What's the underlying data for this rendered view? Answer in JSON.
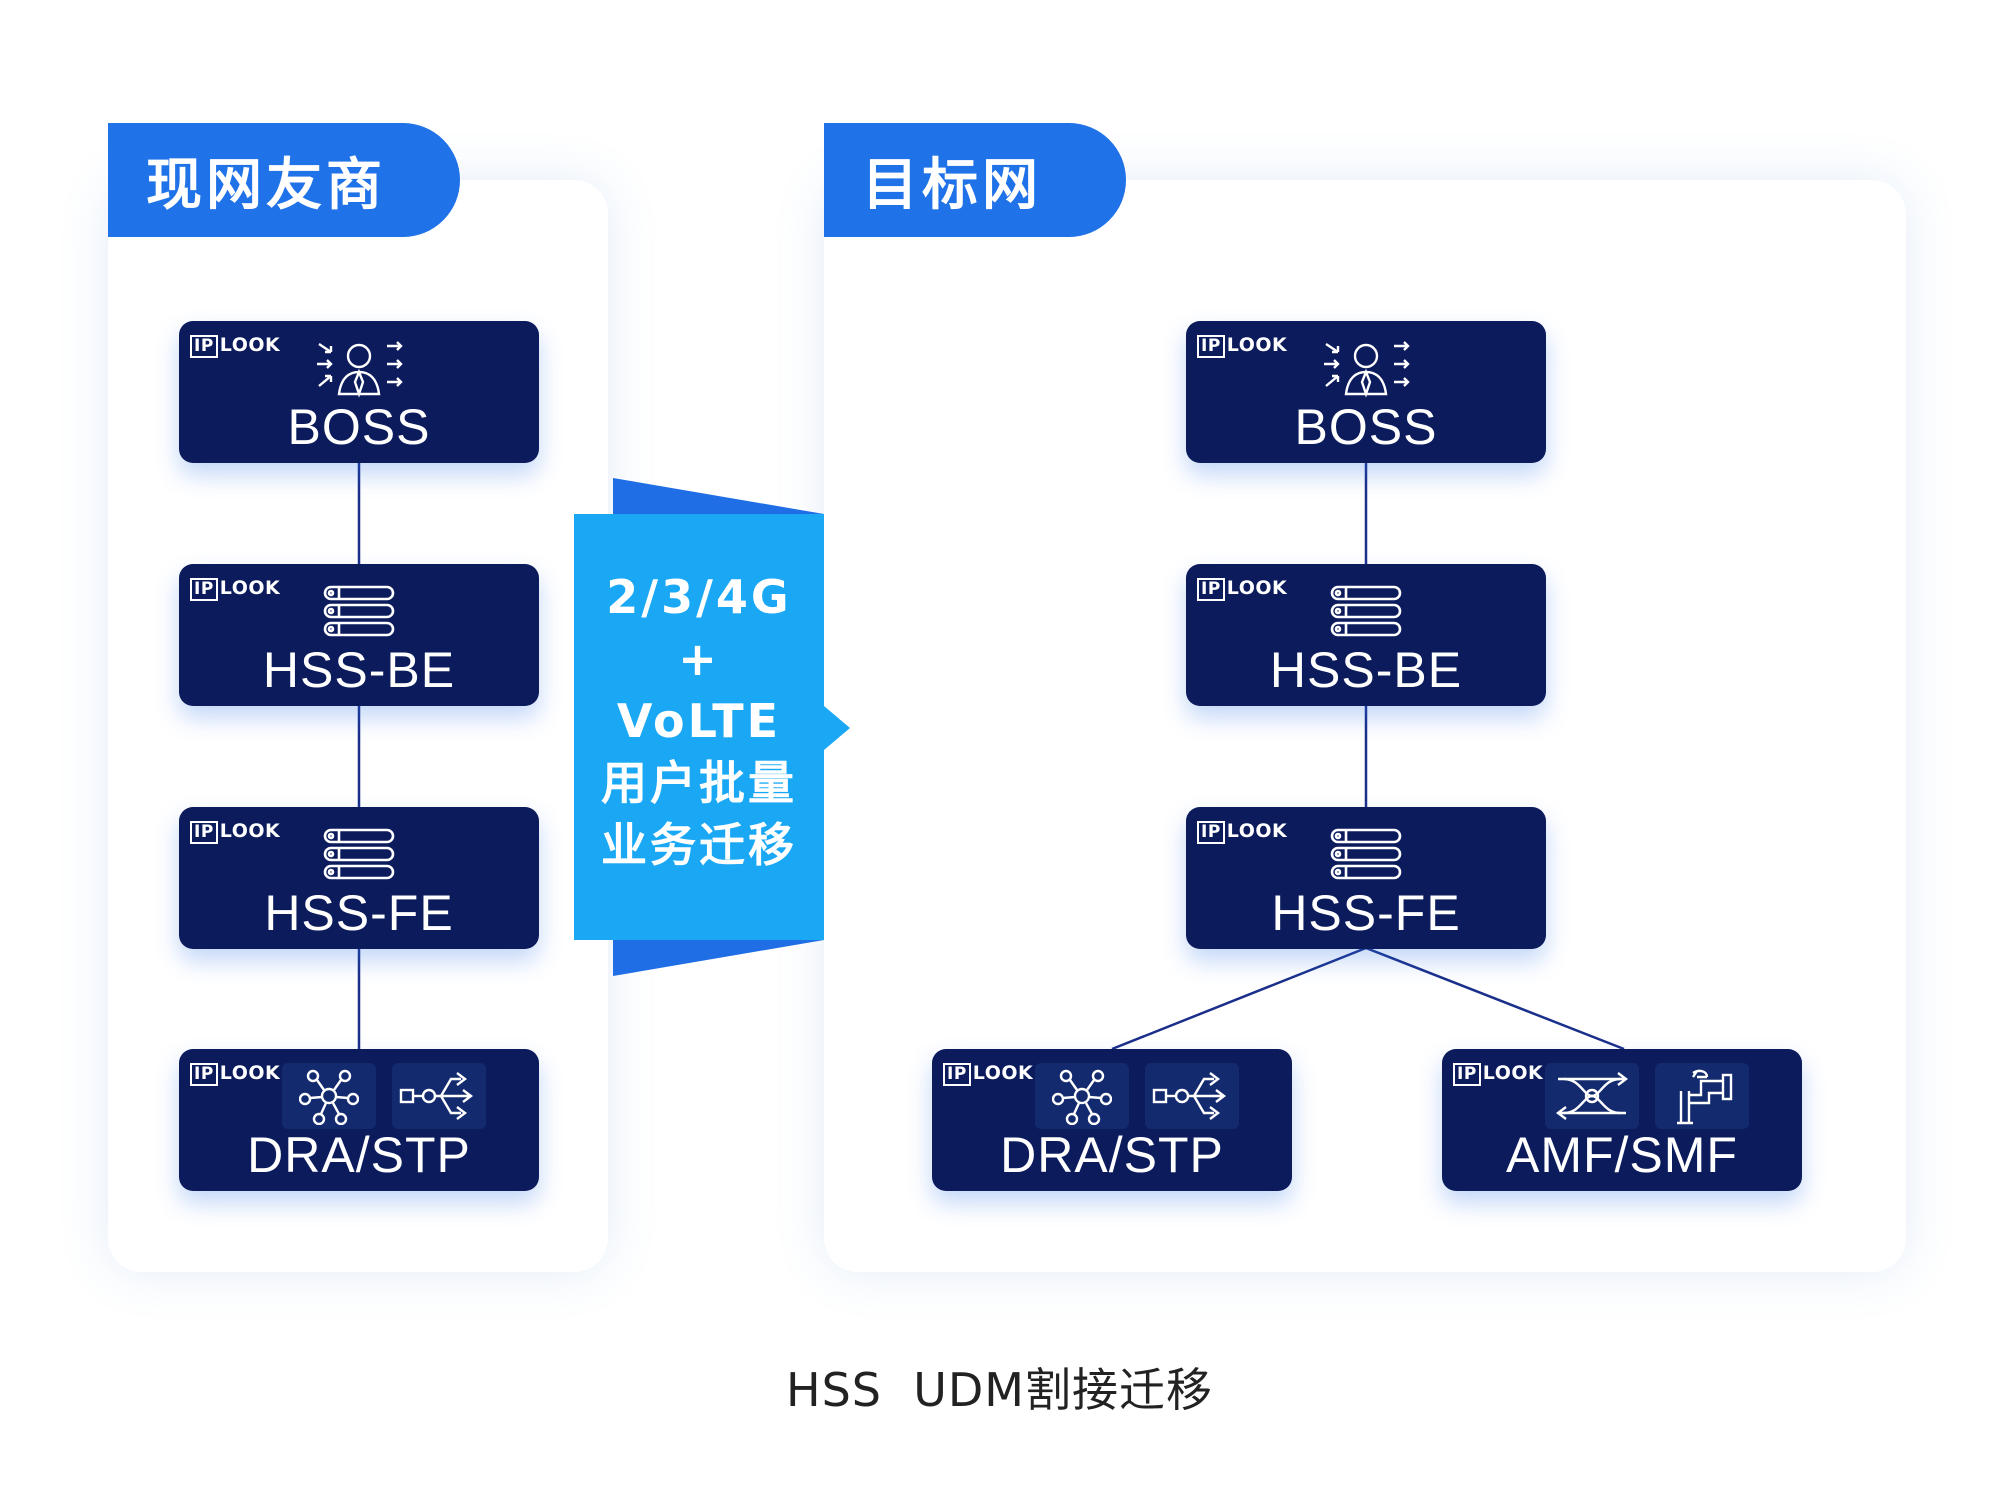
{
  "panels": {
    "left_title": "现网友商",
    "right_title": "目标网"
  },
  "brand": {
    "ip": "IP",
    "rest": "LOOK"
  },
  "nodes": {
    "left_boss": "BOSS",
    "left_hss_be": "HSS-BE",
    "left_hss_fe": "HSS-FE",
    "left_dra_stp": "DRA/STP",
    "right_boss": "BOSS",
    "right_hss_be": "HSS-BE",
    "right_hss_fe": "HSS-FE",
    "right_dra_stp": "DRA/STP",
    "right_amf_smf": "AMF/SMF"
  },
  "migration": {
    "line1": "2/3/4G",
    "line2": "+",
    "line3": "VoLTE",
    "line4": "用户批量",
    "line5": "业务迁移"
  },
  "caption": "HSS  UDM割接迁移",
  "icons": {
    "boss": "user-exchange-icon",
    "hss": "server-stack-icon",
    "dra": "network-hub-icon",
    "stp": "signal-route-icon",
    "amf": "switch-gear-icon",
    "smf": "session-pipe-icon"
  },
  "colors": {
    "accent": "#1f72e8",
    "node": "#0b1b5c",
    "migration": "#1aa8f5",
    "migration_wing": "#1f6ee6"
  }
}
